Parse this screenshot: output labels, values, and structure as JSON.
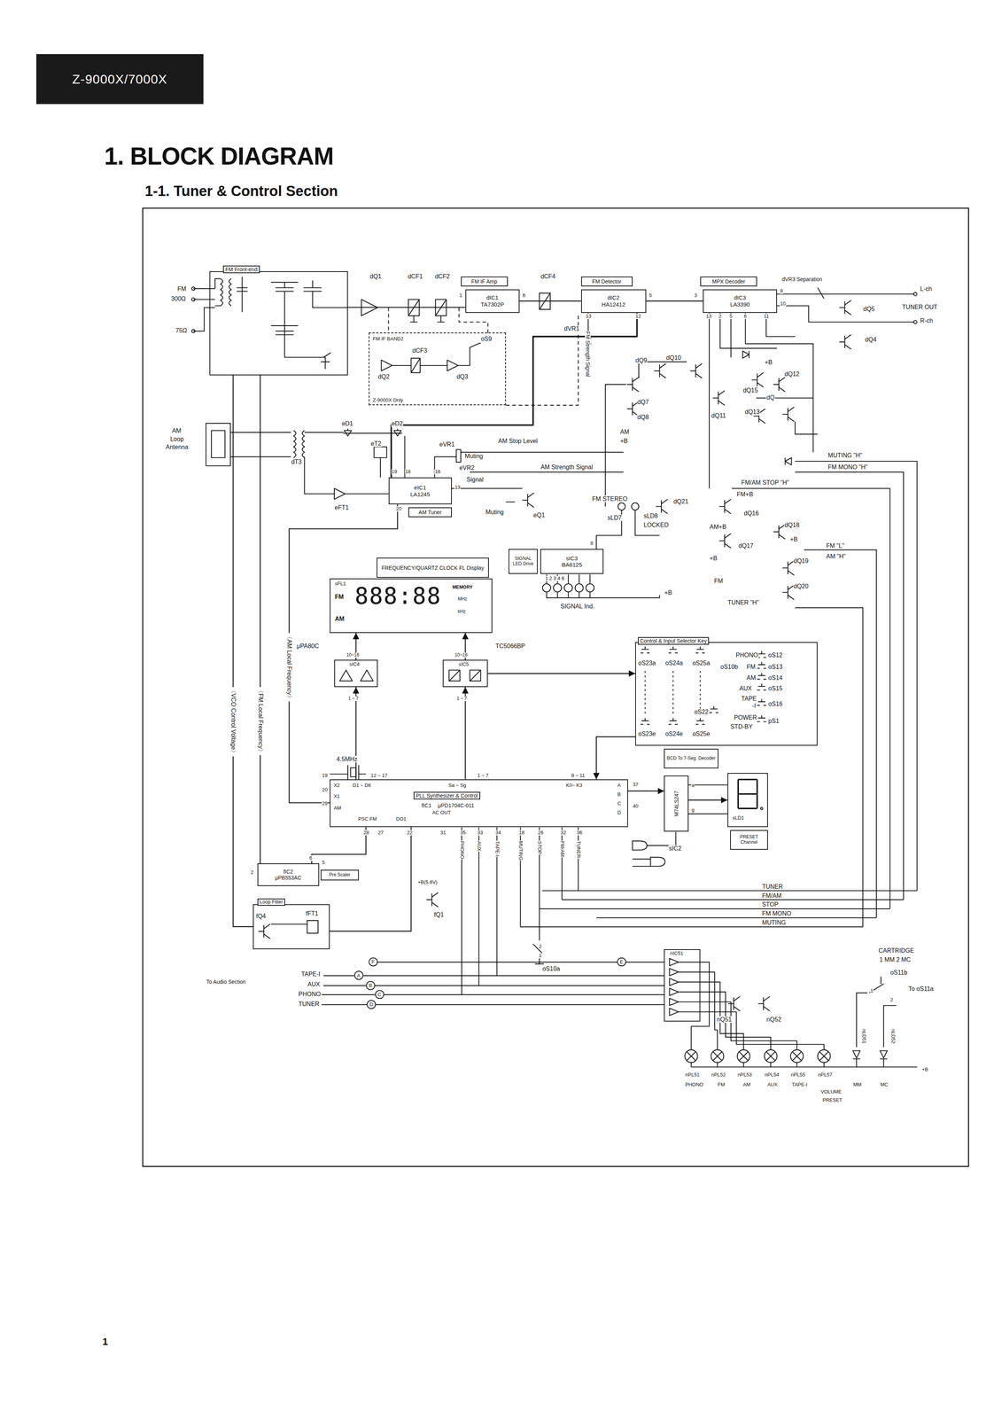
{
  "diagram": {
    "title": "1. BLOCK DIAGRAM",
    "nodes": [
      {
        "text": [
          "Z-9000X/7000X"
        ]
      },
      {
        "text": [
          "FM Front-end"
        ]
      },
      {
        "text": [
          "FM IF Amp"
        ]
      },
      {
        "text": [
          "dIC1",
          "TA7302P"
        ]
      },
      {
        "text": [
          "FM Detector"
        ]
      },
      {
        "text": [
          "dIC2",
          "HA12412"
        ]
      },
      {
        "text": [
          "MPX Decoder"
        ]
      },
      {
        "text": [
          "dIC3",
          "LA3390"
        ]
      },
      {
        "text": [
          "FM IF BAND2",
          "Z-9000X Only"
        ]
      },
      {
        "text": [
          "eIC1",
          "LA1245"
        ]
      },
      {
        "text": [
          "AM Tuner"
        ]
      },
      {
        "text": [
          "SIGNAL LED Drive"
        ]
      },
      {
        "text": [
          "sIC3",
          "BA6125"
        ]
      },
      {
        "text": [
          "FREQUENCY/QUARTZ CLOCK FL Display"
        ]
      },
      {
        "text": [
          "sFL1",
          "FM",
          "AM",
          "888:88",
          "MEMORY",
          "MHz",
          "kHz"
        ]
      },
      {
        "text": [
          "sIC4"
        ]
      },
      {
        "text": [
          "sIC5"
        ]
      },
      {
        "text": [
          "Control & Input Selector Key"
        ]
      },
      {
        "text": [
          "BCD To 7-Seg. Decoder"
        ]
      },
      {
        "text": [
          "PLL Synthesizer & Control",
          "fIC1",
          "μPD1704C-011"
        ]
      },
      {
        "text": [
          "M74LS247"
        ]
      },
      {
        "text": [
          "sLD1"
        ]
      },
      {
        "text": [
          "PRESET Channel"
        ]
      },
      {
        "text": [
          "fIC2",
          "μPB553AC"
        ]
      },
      {
        "text": [
          "Pre Scaler"
        ]
      },
      {
        "text": [
          "Loop Filter"
        ]
      },
      {
        "text": [
          "nIC51"
        ]
      },
      {
        "text": [
          "F"
        ]
      },
      {
        "text": [
          "A"
        ]
      },
      {
        "text": [
          "B"
        ]
      },
      {
        "text": [
          "C"
        ]
      },
      {
        "text": [
          "D"
        ]
      },
      {
        "text": [
          "E"
        ]
      }
    ],
    "edges": [
      {
        "from": 3,
        "to": 5,
        "arrow": "none"
      },
      {
        "from": 5,
        "to": 7,
        "arrow": "none"
      },
      {
        "from": 1,
        "to": 3,
        "arrow": "none"
      },
      {
        "from": 15,
        "to": 14,
        "arrow": "to"
      },
      {
        "from": 16,
        "to": 14,
        "arrow": "to"
      },
      {
        "from": 19,
        "to": 15,
        "arrow": "to"
      },
      {
        "from": 19,
        "to": 16,
        "arrow": "to"
      },
      {
        "from": 16,
        "to": 17,
        "arrow": "to"
      },
      {
        "from": 17,
        "to": 19,
        "arrow": "to"
      },
      {
        "from": 19,
        "to": 20,
        "arrow": "to"
      },
      {
        "from": 20,
        "to": 21,
        "arrow": "to"
      },
      {
        "from": 19,
        "to": 23,
        "arrow": "none"
      },
      {
        "from": 1,
        "to": 23,
        "arrow": "none",
        "label": "〈FM Local Frequency〉"
      },
      {
        "from": 9,
        "to": 19,
        "arrow": "none",
        "label": "〈AM Local Frequency〉"
      },
      {
        "from": 25,
        "to": 1,
        "arrow": "none",
        "label": "〈VCO Control Voltage〉"
      },
      {
        "from": 19,
        "to": 25,
        "arrow": "none"
      }
    ],
    "labels": [
      "1-1. Tuner & Control Section",
      "FM",
      "300Ω",
      "75Ω",
      "AM",
      "Loop",
      "Antenna",
      "dQ1",
      "dCF1",
      "dCF2",
      "dCF4",
      "1",
      "6",
      "5",
      "3",
      "8",
      "10",
      "13",
      "12",
      "13",
      "2",
      "5",
      "6",
      "11",
      "dVR3 Separation",
      "L-ch",
      "TUNER OUT",
      "R-ch",
      "dQ5",
      "dQ4",
      "dVR1",
      "oS9",
      "dQ2",
      "dCF3",
      "dQ3",
      "FM Strength Signal",
      "dQ9",
      "dQ10",
      "dQ7",
      "dQ8",
      "dQ11",
      "AM",
      "+B",
      "+B",
      "dQ12",
      "dQ15",
      "dQ",
      "dQ13",
      "MUTING \"H\"",
      "FM MONO \"H\"",
      "FM/AM STOP \"H\"",
      "FM+B",
      "dQ16",
      "AM+B",
      "dQ18",
      "+B",
      "dQ17",
      "+B",
      "FM \"L\"",
      "AM \"H\"",
      "dQ19",
      "FM",
      "dQ20",
      "TUNER \"H\"",
      "eD1",
      "eD2",
      "eT2",
      "dT3",
      "eFT1",
      "eVR1",
      "Muting",
      "AM Stop Level",
      "AM Strength Signal",
      "eVR2",
      "Signal",
      "Muting",
      "eQ1",
      "19",
      "18",
      "16",
      "13",
      "20",
      "FM STEREO",
      "sLD7",
      "sLD8",
      "LOCKED",
      "dQ21",
      "8",
      "1 2 3 4 6",
      "SIGNAL Ind.",
      "+B",
      "μPA80C",
      "TC5066BP",
      "10~16",
      "10~16",
      "1 ~ 7",
      "1 ~ 7",
      "4.5MHz",
      "19",
      "12 ~ 17",
      "1 ~ 7",
      "8 ~ 11",
      "X2",
      "D1 ~ D6",
      "Sa ~ Sg",
      "K0~ K3",
      "20",
      "X1",
      "29",
      "AM",
      "A",
      "B",
      "C",
      "D",
      "37",
      "40",
      "PSC FM",
      "DO1",
      "AC OUT",
      "28",
      "27",
      "22",
      "31",
      "35",
      "33",
      "34",
      "18",
      "26",
      "32",
      "36",
      "PHONO",
      "AUX",
      "TAPE-I",
      "MUTING",
      "STOP",
      "FM/AM",
      "TUNER",
      "sIC2",
      "a",
      "g",
      "+B(5.6V)",
      "fQ1",
      "fQ4",
      "fFT1",
      "6",
      "2",
      "5",
      "PHONO",
      "oS12",
      "oS10b",
      "FM",
      "oS13",
      "AM",
      "oS14",
      "AUX",
      "oS15",
      "TAPE",
      "-I",
      "oS16",
      "oS22",
      "POWER",
      "STD-BY",
      "pS1",
      "oS23a",
      "oS24a",
      "oS25a",
      "oS23e",
      "oS24e",
      "oS25e",
      "TUNER",
      "FM/AM",
      "STOP",
      "FM MONO",
      "MUTING",
      "oS10a",
      "2",
      "1",
      "To Audio Section",
      "TAPE-I",
      "AUX",
      "PHONO",
      "TUNER",
      "nQ51",
      "nQ52",
      "CARTRIDGE",
      "1 MM 2 MC",
      "oS11b",
      "To oS11a",
      "1",
      "2",
      "nLD51",
      "nLD52",
      "nPL51",
      "nPL52",
      "nPL53",
      "nPL54",
      "nPL55",
      "nPL57",
      "PHONO",
      "FM",
      "AM",
      "AUX",
      "TAPE-I",
      "VOLUME",
      "PRESET",
      "MM",
      "MC",
      "+B",
      "1"
    ]
  }
}
